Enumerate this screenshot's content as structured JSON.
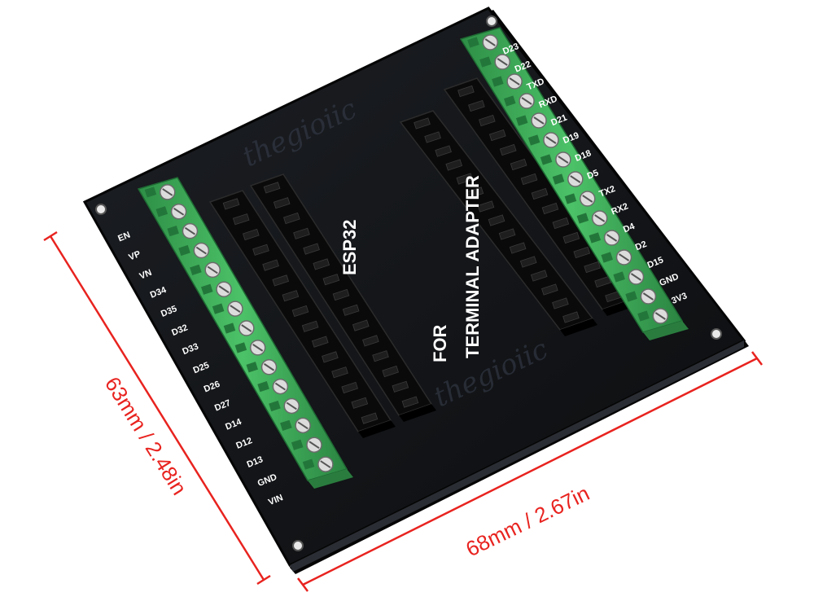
{
  "board": {
    "title_line1": "ESP32",
    "title_line2": "FOR",
    "title_line3": "TERMINAL ADAPTER",
    "watermark": "thegioiic"
  },
  "left_pins": [
    "EN",
    "VP",
    "VN",
    "D34",
    "D35",
    "D32",
    "D33",
    "D25",
    "D26",
    "D27",
    "D14",
    "D12",
    "D13",
    "GND",
    "VIN"
  ],
  "right_pins": [
    "D23",
    "D22",
    "TXD",
    "RXD",
    "D21",
    "D19",
    "D18",
    "D5",
    "TX2",
    "RX2",
    "D4",
    "D2",
    "D15",
    "GND",
    "3V3"
  ],
  "dimensions": {
    "width_label": "68mm / 2.67in",
    "height_label": "63mm / 2.48in"
  },
  "colors": {
    "pcb": "#111316",
    "terminal_green": "#3fb05a",
    "header_black": "#0a0a0a",
    "dimension_red": "#e8231f"
  }
}
